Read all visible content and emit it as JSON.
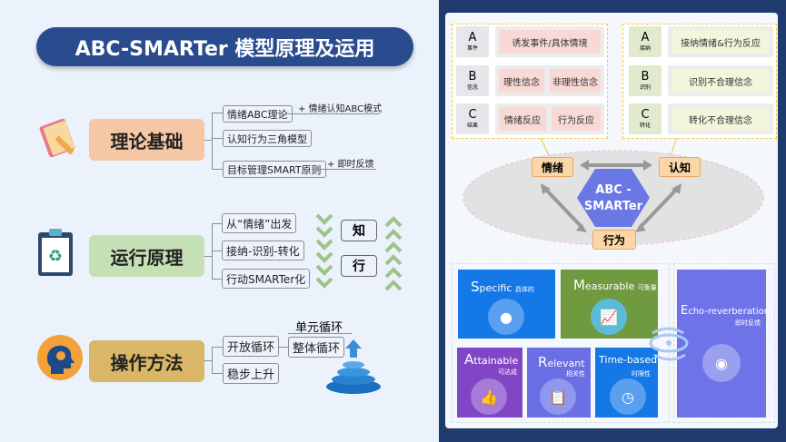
{
  "title": "ABC-SMARTer 模型原理及运用",
  "sections": [
    {
      "label": "理论基础",
      "color": "#f6c7a4",
      "branches": [
        "情绪ABC理论",
        "认知行为三角模型",
        "目标管理SMART原则"
      ],
      "notes": [
        "+ 情绪认知ABC模式",
        "+ 即时反馈"
      ]
    },
    {
      "label": "运行原理",
      "color": "#c6e0b5",
      "branches": [
        "从“情绪”出发",
        "接纳-识别-转化",
        "行动SMARTer化"
      ],
      "side": [
        "知",
        "行"
      ]
    },
    {
      "label": "操作方法",
      "color": "#d9b766",
      "branches": [
        "开放循环",
        "稳步上升",
        "单元循环",
        "整体循环"
      ]
    }
  ],
  "abc_left": {
    "rows": [
      {
        "letter": "A",
        "sub": "事件",
        "items": [
          "诱发事件/具体情境"
        ]
      },
      {
        "letter": "B",
        "sub": "信念",
        "items": [
          "理性信念",
          "非理性信念"
        ]
      },
      {
        "letter": "C",
        "sub": "结果",
        "items": [
          "情绪反应",
          "行为反应"
        ]
      }
    ]
  },
  "abc_right": {
    "rows": [
      {
        "letter": "A",
        "sub": "接纳",
        "items": [
          "接纳情绪&行为反应"
        ]
      },
      {
        "letter": "B",
        "sub": "识别",
        "items": [
          "识别不合理信念"
        ]
      },
      {
        "letter": "C",
        "sub": "转化",
        "items": [
          "转化不合理信念"
        ]
      }
    ]
  },
  "triangle": {
    "center": "ABC - SMARTer",
    "nodes": [
      "情绪",
      "认知",
      "行为"
    ]
  },
  "smart": [
    {
      "initial": "S",
      "rest": "pecific",
      "cn": "具体的",
      "color": "#1479e6"
    },
    {
      "initial": "M",
      "rest": "easurable",
      "cn": "可衡量",
      "color": "#6f9a3f"
    },
    {
      "initial": "A",
      "rest": "ttainable",
      "cn": "可达成",
      "color": "#8146c6"
    },
    {
      "initial": "R",
      "rest": "elevant",
      "cn": "相关性",
      "color": "#6a6fe3"
    },
    {
      "initial": "T",
      "rest": "ime-based",
      "cn": "时限性",
      "color": "#1479e6"
    },
    {
      "initial": "E",
      "rest": "cho-reverberation",
      "cn": "即时反馈",
      "color": "#6e74e8"
    }
  ]
}
